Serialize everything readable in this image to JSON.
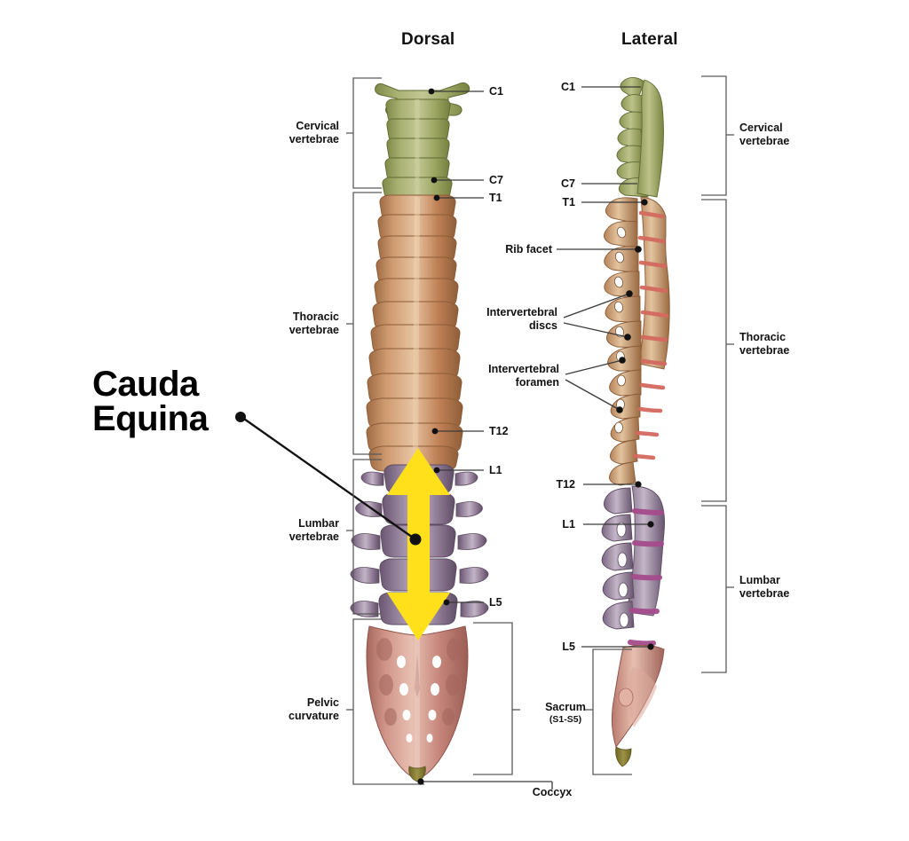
{
  "figure": {
    "background_color": "#ffffff",
    "views": [
      {
        "id": "dorsal",
        "title": "Dorsal"
      },
      {
        "id": "lateral",
        "title": "Lateral"
      }
    ],
    "callout": {
      "text": "Cauda\nEquina",
      "target_region": "lumbar vertebrae",
      "leader_dot_color": "#000000"
    },
    "arrow": {
      "color": "#FFE01B",
      "style": "double-headed vertical",
      "span_from": "L1",
      "span_to": "L5"
    }
  },
  "colors": {
    "cervical": "#9aa460",
    "cervical_dark": "#7d8749",
    "thoracic": "#c59069",
    "thoracic_dark": "#a5714c",
    "lumbar": "#8d7791",
    "lumbar_dark": "#6f5a75",
    "sacrum": "#c98b7d",
    "sacrum_dark": "#a7685d",
    "coccyx": "#8e8437",
    "disc": "#d4695f",
    "disc_lumbar": "#a54b8c",
    "arrow_yellow": "#FFE01B",
    "leader_line": "#1a1a1a",
    "bracket": "#5a5a5a",
    "text": "#111111"
  },
  "dorsal": {
    "title": "Dorsal",
    "brackets": [
      {
        "name": "cervical",
        "label": "Cervical\nvertebrae"
      },
      {
        "name": "thoracic",
        "label": "Thoracic\nvertebrae"
      },
      {
        "name": "lumbar",
        "label": "Lumbar\nvertebrae"
      },
      {
        "name": "pelvic",
        "label": "Pelvic\ncurvature"
      }
    ],
    "vertebra_labels": [
      {
        "name": "c1",
        "text": "C1"
      },
      {
        "name": "c7",
        "text": "C7"
      },
      {
        "name": "t1",
        "text": "T1"
      },
      {
        "name": "t12",
        "text": "T12"
      },
      {
        "name": "l1",
        "text": "L1"
      },
      {
        "name": "l5",
        "text": "L5"
      }
    ],
    "sacrum": {
      "label": "Sacrum",
      "sub": "(S1-S5)"
    },
    "coccyx": {
      "label": "Coccyx"
    }
  },
  "lateral": {
    "title": "Lateral",
    "brackets": [
      {
        "name": "cervical",
        "label": "Cervical\nvertebrae"
      },
      {
        "name": "thoracic",
        "label": "Thoracic\nvertebrae"
      },
      {
        "name": "lumbar",
        "label": "Lumbar\nvertebrae"
      },
      {
        "name": "sacrum",
        "label": "Sacrum"
      }
    ],
    "vertebra_labels": [
      {
        "name": "c1",
        "text": "C1"
      },
      {
        "name": "c7",
        "text": "C7"
      },
      {
        "name": "t1",
        "text": "T1"
      },
      {
        "name": "t12",
        "text": "T12"
      },
      {
        "name": "l1",
        "text": "L1"
      },
      {
        "name": "l5",
        "text": "L5"
      }
    ],
    "feature_labels": [
      {
        "name": "rib-facet",
        "text": "Rib facet"
      },
      {
        "name": "intervertebral-discs",
        "text": "Intervertebral\ndiscs"
      },
      {
        "name": "intervertebral-foramen",
        "text": "Intervertebral\nforamen"
      }
    ]
  }
}
